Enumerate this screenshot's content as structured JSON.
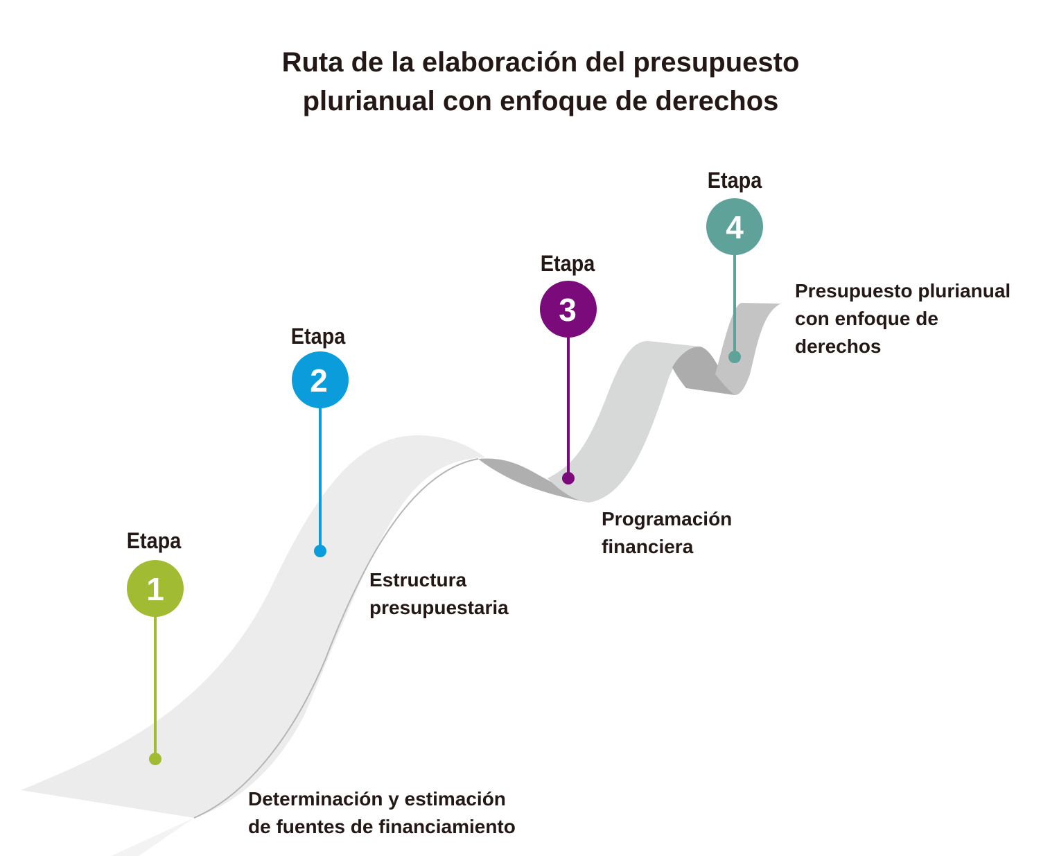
{
  "title": {
    "line1": "Ruta de la elaboración del presupuesto",
    "line2": "plurianual con enfoque de derechos"
  },
  "stages": [
    {
      "label": "Etapa",
      "number": "1",
      "color": "#a1bb33",
      "desc_line1": "Determinación y estimación",
      "desc_line2": "de fuentes de financiamiento"
    },
    {
      "label": "Etapa",
      "number": "2",
      "color": "#0b9ddb",
      "desc_line1": "Estructura",
      "desc_line2": "presupuestaria"
    },
    {
      "label": "Etapa",
      "number": "3",
      "color": "#7b0a7b",
      "desc_line1": "Programación",
      "desc_line2": "financiera"
    },
    {
      "label": "Etapa",
      "number": "4",
      "color": "#5ea29a",
      "desc_line1": "Presupuesto plurianual",
      "desc_line2": "con enfoque de",
      "desc_line3": "derechos"
    }
  ]
}
